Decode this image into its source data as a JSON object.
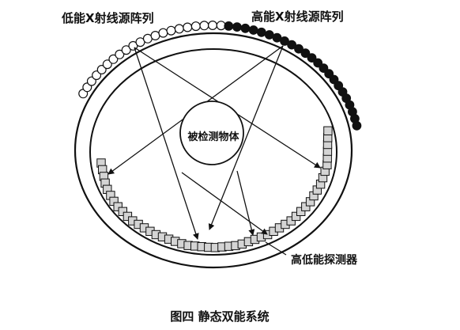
{
  "labels": {
    "low_energy_array": "低能X射线源阵列",
    "high_energy_array": "高能X射线源阵列",
    "object": "被检测物体",
    "detectors": "高低能探测器",
    "caption": "图四 静态双能系统"
  },
  "colors": {
    "line": "#111111",
    "low_source_fill": "#ffffff",
    "high_source_fill": "#111111",
    "detector_fill": "#d4d4d4",
    "background": "#ffffff"
  }
}
